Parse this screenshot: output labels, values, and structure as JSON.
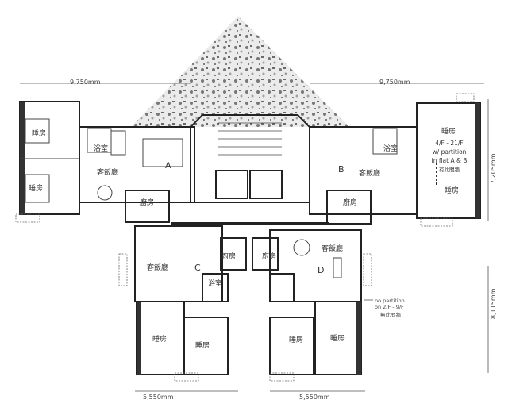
{
  "title": "Typical floor plan",
  "dimensions": {
    "top_left": "9,750mm",
    "top_right": "9,750mm",
    "right_upper": "7,205mm",
    "right_lower": "8,115mm",
    "bottom_left": "5,550mm",
    "bottom_right": "5,550mm"
  },
  "flats": {
    "A": {
      "letter": "A",
      "living": "客飯廳",
      "bath": "浴室",
      "kitchen": "廚房",
      "bed1": "睡房",
      "bed2": "睡房"
    },
    "B": {
      "letter": "B",
      "living": "客飯廳",
      "bath": "浴室",
      "kitchen": "廚房",
      "bed1": "睡房",
      "bed2": "睡房"
    },
    "C": {
      "letter": "C",
      "living": "客飯廳",
      "bath": "浴室",
      "kitchen": "廚房",
      "bed1": "睡房",
      "bed2": "睡房"
    },
    "D": {
      "letter": "D",
      "living": "客飯廳",
      "kitchen": "廚房",
      "bed1": "睡房",
      "bed2": "睡房"
    }
  },
  "notes": {
    "upper": [
      "4/F - 21/F",
      "w/ partition",
      "in flat A & B",
      "有此間牆"
    ],
    "lower": [
      "no partition",
      "on 2/F - 9/F",
      "無此間牆"
    ]
  }
}
